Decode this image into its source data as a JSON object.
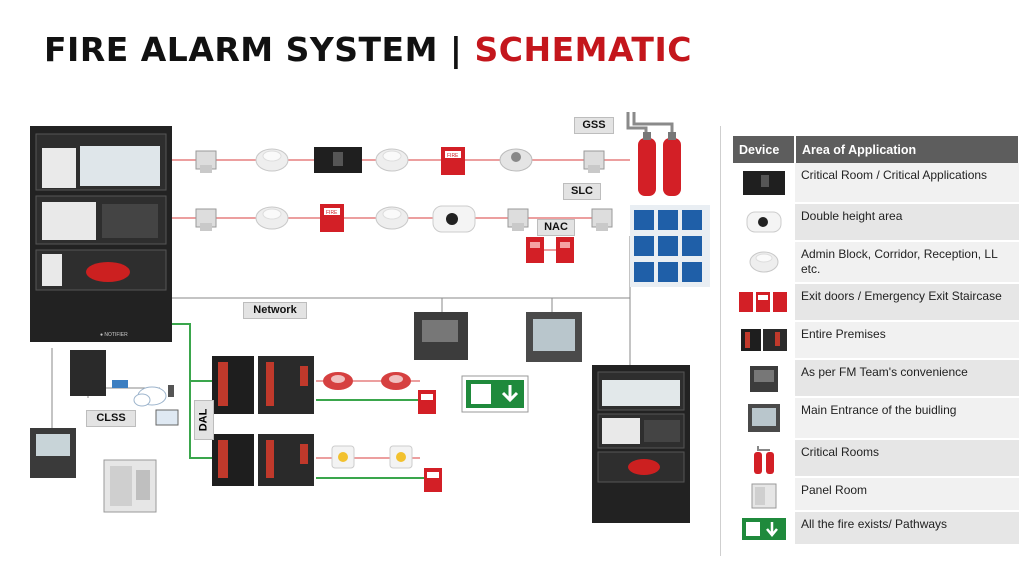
{
  "title": {
    "main": "FIRE ALARM SYSTEM | ",
    "accent": "SCHEMATIC"
  },
  "labels": {
    "gss": "GSS",
    "slc": "SLC",
    "nac": "NAC",
    "network": "Network",
    "clss": "CLSS",
    "dal": "DAL"
  },
  "legend": {
    "headers": [
      "Device",
      "Area of Application"
    ],
    "rows": [
      {
        "icon": "panel-box-icon",
        "text": "Critical Room / Critical Applications"
      },
      {
        "icon": "wall-detector-icon",
        "text": "Double height area"
      },
      {
        "icon": "smoke-detector-icon",
        "text": "Admin Block, Corridor, Reception, LL etc."
      },
      {
        "icon": "manual-call-point-icon",
        "text": "Exit doors / Emergency Exit Staircase"
      },
      {
        "icon": "control-module-icon",
        "text": "Entire Premises"
      },
      {
        "icon": "network-annunciator-icon",
        "text": "As per FM Team's convenience"
      },
      {
        "icon": "touch-display-icon",
        "text": "Main Entrance of the buidling"
      },
      {
        "icon": "extinguisher-icon",
        "text": "Critical Rooms"
      },
      {
        "icon": "electrical-panel-icon",
        "text": "Panel Room"
      },
      {
        "icon": "exit-sign-icon",
        "text": "All the fire exists/ Pathways"
      }
    ]
  }
}
